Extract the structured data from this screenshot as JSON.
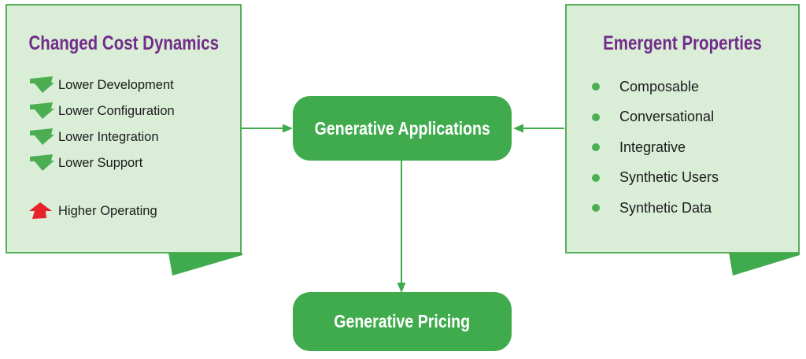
{
  "colors": {
    "card_fill": "#d9edd7",
    "card_border": "#57ad5b",
    "node_green": "#3fab4d",
    "bullet_green": "#4cae52",
    "title_purple": "#722c89",
    "red_arrow": "#e6232b",
    "item_text": "#1c1c1c"
  },
  "left_card": {
    "title": "Changed Cost Dynamics",
    "items": [
      {
        "label": "Lower Development",
        "direction": "down"
      },
      {
        "label": "Lower Configuration",
        "direction": "down"
      },
      {
        "label": "Lower Integration",
        "direction": "down"
      },
      {
        "label": "Lower Support",
        "direction": "down"
      },
      {
        "label": "Higher Operating",
        "direction": "up"
      }
    ]
  },
  "right_card": {
    "title": "Emergent Properties",
    "items": [
      "Composable",
      "Conversational",
      "Integrative",
      "Synthetic Users",
      "Synthetic Data"
    ]
  },
  "center_node": {
    "label": "Generative Applications"
  },
  "bottom_node": {
    "label": "Generative Pricing"
  }
}
